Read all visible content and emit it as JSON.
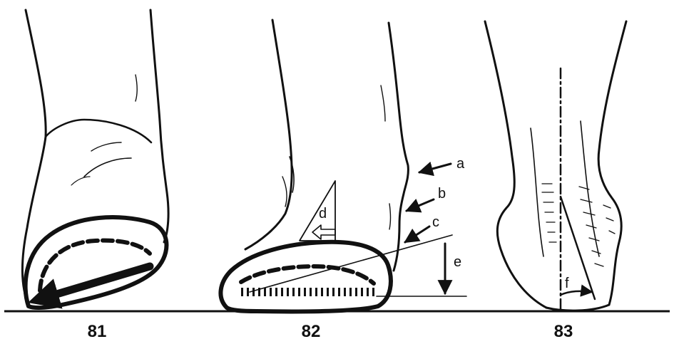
{
  "figures": [
    {
      "number": "81"
    },
    {
      "number": "82"
    },
    {
      "number": "83"
    }
  ],
  "annotations": {
    "a": "a",
    "b": "b",
    "c": "c",
    "d": "d",
    "e": "e",
    "f": "f"
  },
  "colors": {
    "ink": "#111111",
    "paper": "#ffffff"
  }
}
